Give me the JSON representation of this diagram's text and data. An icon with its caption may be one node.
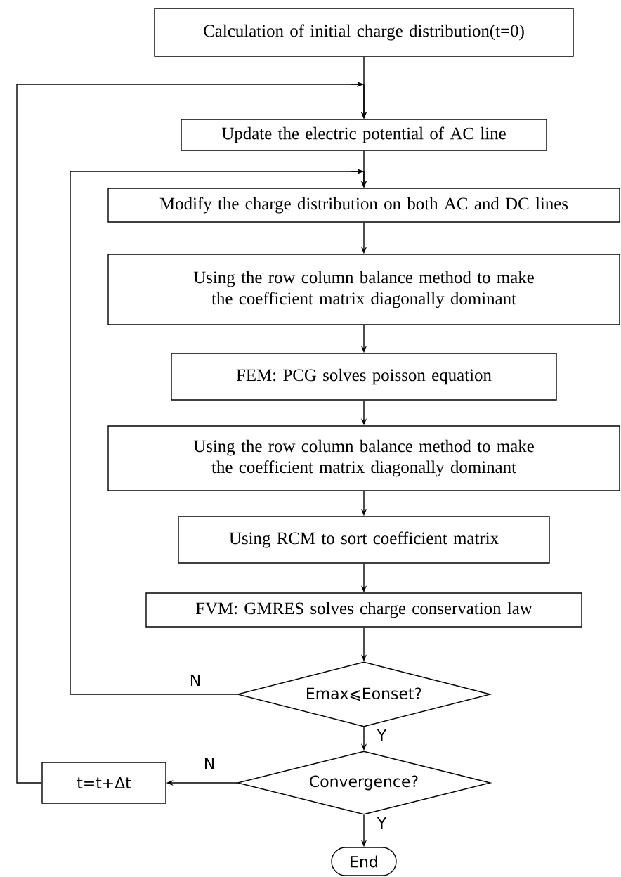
{
  "diagram": {
    "nodes": [
      {
        "text": [
          "Calculation of initial charge distribution(t=0)"
        ]
      },
      {
        "text": [
          "Update the electric potential of AC line"
        ]
      },
      {
        "text": [
          "Modify the charge distribution on both AC and DC lines"
        ]
      },
      {
        "text": [
          "Using the row column balance method to make the coefficient matrix diagonally dominant"
        ]
      },
      {
        "text": [
          "FEM: PCG solves poisson equation"
        ]
      },
      {
        "text": [
          "Using the row column balance method to make the coefficient matrix diagonally dominant"
        ]
      },
      {
        "text": [
          "Using RCM to sort coefficient matrix"
        ]
      },
      {
        "text": [
          "FVM: GMRES solves charge conservation law"
        ]
      },
      {
        "text": [
          "Emax⩽Eonset?"
        ]
      },
      {
        "text": [
          "Convergence?"
        ]
      },
      {
        "text": [
          "t=t+Δt"
        ]
      },
      {
        "text": [
          "End"
        ]
      }
    ],
    "edges": [
      {
        "from": 0,
        "to": 1,
        "arrow": "to"
      },
      {
        "from": 1,
        "to": 2,
        "arrow": "to"
      },
      {
        "from": 2,
        "to": 3,
        "arrow": "to"
      },
      {
        "from": 3,
        "to": 4,
        "arrow": "to"
      },
      {
        "from": 4,
        "to": 5,
        "arrow": "to"
      },
      {
        "from": 5,
        "to": 6,
        "arrow": "to"
      },
      {
        "from": 6,
        "to": 7,
        "arrow": "to"
      },
      {
        "from": 7,
        "to": 8,
        "arrow": "to"
      },
      {
        "from": 8,
        "to": 2,
        "arrow": "to",
        "label": "N"
      },
      {
        "from": 8,
        "to": 9,
        "arrow": "to",
        "label": "Y"
      },
      {
        "from": 9,
        "to": 10,
        "arrow": "to",
        "label": "N"
      },
      {
        "from": 9,
        "to": 11,
        "arrow": "to",
        "label": "Y"
      },
      {
        "from": 10,
        "to": 1,
        "arrow": "to"
      }
    ]
  }
}
